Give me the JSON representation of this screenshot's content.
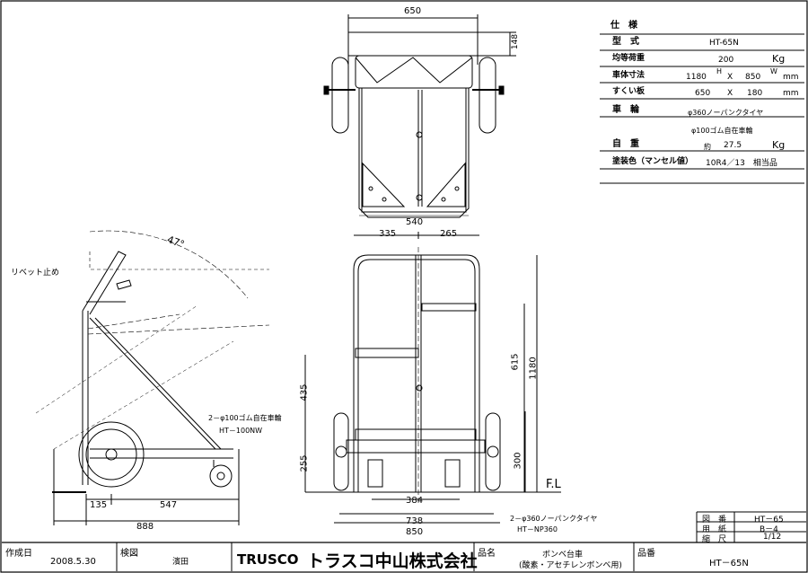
{
  "spec": {
    "title": "仕　様",
    "rows": [
      {
        "key": "型　式",
        "value": "HT-65N"
      },
      {
        "key": "均等荷重",
        "value": "200",
        "unit": "Kg"
      },
      {
        "key": "車体寸法",
        "value_l": "1180",
        "sup_h": "H",
        "x": "X",
        "value_r": "850",
        "sup_w": "W",
        "unit": "mm"
      },
      {
        "key": "すくい板",
        "value_l": "650",
        "x": "X",
        "value_r": "180",
        "unit": "mm"
      },
      {
        "key": "車　輪",
        "value": "φ360ノーパンクタイヤ"
      },
      {
        "key": "",
        "value": "φ100ゴム自在車輪"
      },
      {
        "key": "自　重",
        "prefix": "約",
        "value": "27.5",
        "unit": "Kg"
      },
      {
        "key": "塗装色（マンセル値）",
        "value": "10R4／13　相当品"
      }
    ]
  },
  "dims": {
    "top_650": "650",
    "top_148": "148",
    "top_540": "540",
    "front_335": "335",
    "front_265": "265",
    "front_615": "615",
    "front_1180": "1180",
    "front_435": "435",
    "front_255": "255",
    "front_300": "300",
    "front_384": "384",
    "front_738": "738",
    "front_850": "850",
    "fl": "F.L",
    "side_angle": "47°",
    "side_135": "135",
    "side_547": "547",
    "side_888": "888"
  },
  "notes": {
    "rivet": "リベット止め",
    "caster_1": "2－φ100ゴム自在車輪",
    "caster_2": "HT－100NW",
    "tire_1": "2－φ360ノーパンクタイヤ",
    "tire_2": "HT－NP360"
  },
  "title_block": {
    "drawing_no_label": "図　番",
    "drawing_no": "HT－65",
    "paper_label": "用　紙",
    "paper": "B－4",
    "scale_label": "縮　尺",
    "scale": "1/12",
    "made_label": "作成日",
    "made": "2008.5.30",
    "check_label": "検図",
    "checker": "濱田",
    "logo_en": "TRUSCO",
    "logo_jp": "トラスコ中山株式会社",
    "product_label": "品名",
    "product_1": "ボンベ台車",
    "product_2": "(酸素・アセチレンボンベ用)",
    "part_label": "品番",
    "part": "HT－65N"
  }
}
